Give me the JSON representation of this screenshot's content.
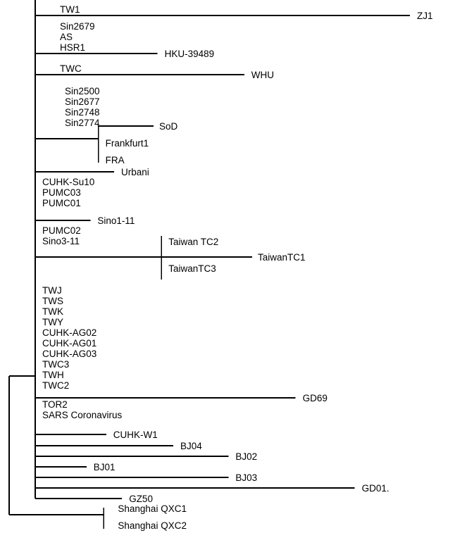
{
  "diagram": {
    "type": "phylogenetic-tree",
    "colors": {
      "line": "#000000",
      "text": "#000000",
      "background": "#ffffff"
    },
    "branches": [
      {
        "id": "zj1",
        "length": 0.95,
        "tip": "ZJ1",
        "stacked_labels": [
          "TW1"
        ]
      },
      {
        "id": "hku",
        "length": 0.31,
        "tip": "HKU-39489",
        "stacked_labels": [
          "Sin2679",
          "AS",
          "HSR1"
        ]
      },
      {
        "id": "whu",
        "length": 0.53,
        "tip": "WHU",
        "stacked_labels": [
          "TWC"
        ]
      },
      {
        "id": "sod",
        "length": 0.16,
        "stacked_labels": [
          "Sin2500",
          "Sin2677",
          "Sin2748",
          "Sin2774"
        ],
        "subclade": {
          "children": [
            {
              "length": 0.14,
              "tip": "SoD"
            }
          ],
          "side_labels": [
            "Frankfurt1",
            "FRA"
          ]
        }
      },
      {
        "id": "urbani",
        "length": 0.2,
        "tip": "Urbani"
      },
      {
        "id": "sino1",
        "length": 0.14,
        "tip": "Sino1-11",
        "stacked_labels": [
          "CUHK-Su10",
          "PUMC03",
          "PUMC01"
        ]
      },
      {
        "id": "taiwan",
        "length": 0.32,
        "stacked_labels": [
          "PUMC02",
          "Sino3-11"
        ],
        "subclade": {
          "children": [
            {
              "length": 0.23,
              "tip": "TaiwanTC1"
            }
          ],
          "side_labels": [
            "Taiwan TC2",
            "TaiwanTC3"
          ]
        }
      },
      {
        "id": "gd69",
        "length": 0.66,
        "tip": "GD69",
        "stacked_labels": [
          "TWJ",
          "TWS",
          "TWK",
          "TWY",
          "CUHK-AG02",
          "CUHK-AG01",
          "CUHK-AG03",
          "TWC3",
          "TWH",
          "TWC2"
        ]
      },
      {
        "id": "cuhkw1",
        "length": 0.18,
        "tip": "CUHK-W1",
        "stacked_labels": [
          "TOR2",
          "SARS Coronavirus"
        ]
      },
      {
        "id": "bj04",
        "length": 0.35,
        "tip": "BJ04"
      },
      {
        "id": "bj02",
        "length": 0.49,
        "tip": "BJ02"
      },
      {
        "id": "bj01",
        "length": 0.13,
        "tip": "BJ01"
      },
      {
        "id": "bj03",
        "length": 0.49,
        "tip": "BJ03"
      },
      {
        "id": "gd01",
        "length": 0.81,
        "tip": "GD01."
      },
      {
        "id": "gz50",
        "length": 0.22,
        "tip": "GZ50"
      }
    ],
    "outgroup": {
      "stem_length": 0.24,
      "tips": [
        "Shanghai QXC1",
        "Shanghai QXC2"
      ]
    }
  }
}
